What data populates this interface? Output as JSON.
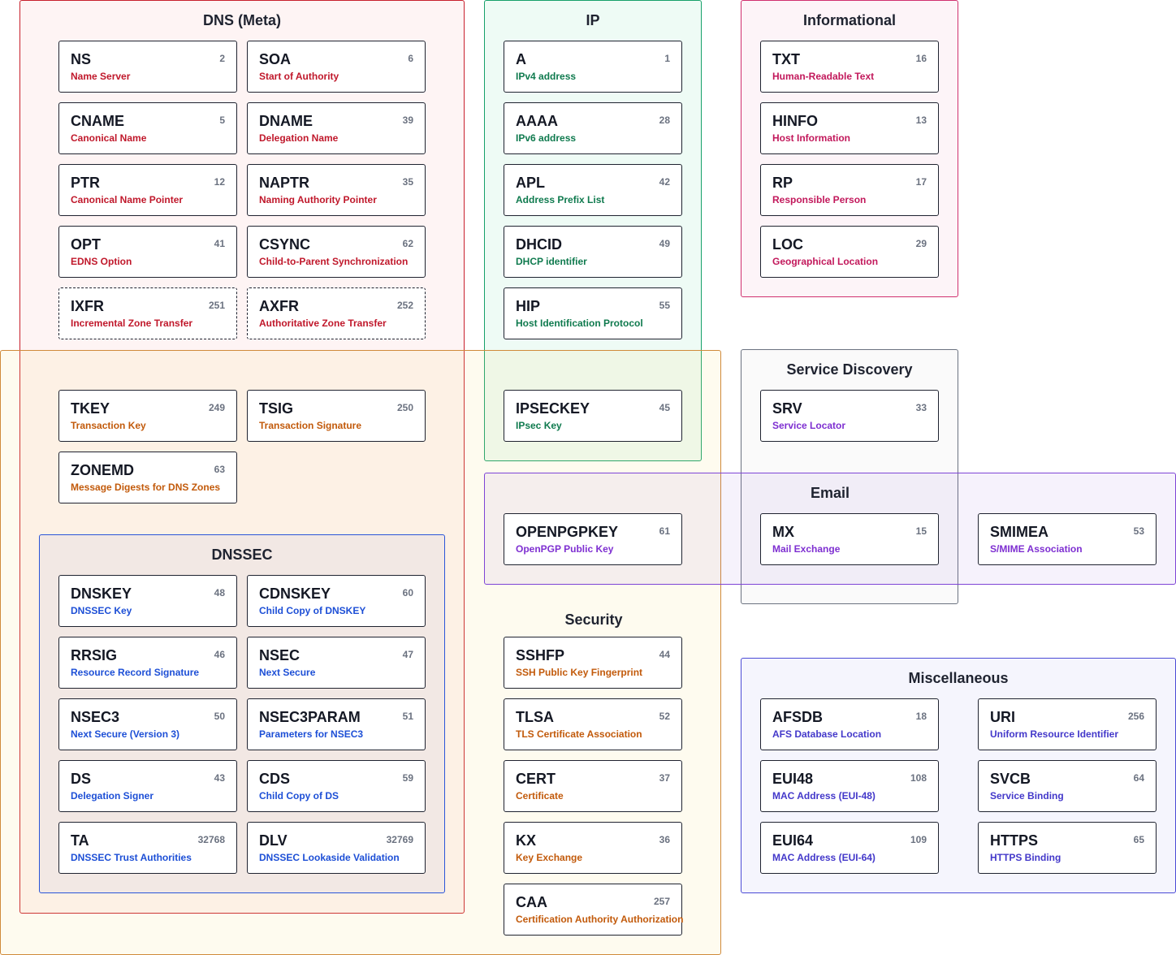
{
  "colors": {
    "dns_meta": "#c8202c",
    "ip": "#16a06a",
    "informational": "#d0306f",
    "security": "#d08a3a",
    "service_discovery": "#6b7280",
    "email": "#7e44d6",
    "dnssec": "#2a55d8",
    "miscellaneous": "#4b4bd6"
  },
  "groups": {
    "dns_meta": "DNS (Meta)",
    "ip": "IP",
    "informational": "Informational",
    "security": "Security",
    "service_discovery": "Service Discovery",
    "email": "Email",
    "dnssec": "DNSSEC",
    "miscellaneous": "Miscellaneous"
  },
  "records": {
    "ns": {
      "name": "NS",
      "code": "2",
      "desc": "Name Server"
    },
    "soa": {
      "name": "SOA",
      "code": "6",
      "desc": "Start of Authority"
    },
    "cname": {
      "name": "CNAME",
      "code": "5",
      "desc": "Canonical Name"
    },
    "dname": {
      "name": "DNAME",
      "code": "39",
      "desc": "Delegation Name"
    },
    "ptr": {
      "name": "PTR",
      "code": "12",
      "desc": "Canonical Name Pointer"
    },
    "naptr": {
      "name": "NAPTR",
      "code": "35",
      "desc": "Naming Authority Pointer"
    },
    "opt": {
      "name": "OPT",
      "code": "41",
      "desc": "EDNS Option"
    },
    "csync": {
      "name": "CSYNC",
      "code": "62",
      "desc": "Child-to-Parent Synchronization"
    },
    "ixfr": {
      "name": "IXFR",
      "code": "251",
      "desc": "Incremental Zone Transfer"
    },
    "axfr": {
      "name": "AXFR",
      "code": "252",
      "desc": "Authoritative Zone Transfer"
    },
    "a": {
      "name": "A",
      "code": "1",
      "desc": "IPv4 address"
    },
    "aaaa": {
      "name": "AAAA",
      "code": "28",
      "desc": "IPv6 address"
    },
    "apl": {
      "name": "APL",
      "code": "42",
      "desc": "Address Prefix List"
    },
    "dhcid": {
      "name": "DHCID",
      "code": "49",
      "desc": "DHCP identifier"
    },
    "hip": {
      "name": "HIP",
      "code": "55",
      "desc": "Host Identification Protocol"
    },
    "ipseckey": {
      "name": "IPSECKEY",
      "code": "45",
      "desc": "IPsec Key"
    },
    "txt": {
      "name": "TXT",
      "code": "16",
      "desc": "Human-Readable Text"
    },
    "hinfo": {
      "name": "HINFO",
      "code": "13",
      "desc": "Host Information"
    },
    "rp": {
      "name": "RP",
      "code": "17",
      "desc": "Responsible Person"
    },
    "loc": {
      "name": "LOC",
      "code": "29",
      "desc": "Geographical Location"
    },
    "tkey": {
      "name": "TKEY",
      "code": "249",
      "desc": "Transaction Key"
    },
    "tsig": {
      "name": "TSIG",
      "code": "250",
      "desc": "Transaction Signature"
    },
    "zonemd": {
      "name": "ZONEMD",
      "code": "63",
      "desc": "Message Digests for DNS Zones"
    },
    "srv": {
      "name": "SRV",
      "code": "33",
      "desc": "Service Locator"
    },
    "openpgpkey": {
      "name": "OPENPGPKEY",
      "code": "61",
      "desc": "OpenPGP Public Key"
    },
    "mx": {
      "name": "MX",
      "code": "15",
      "desc": "Mail Exchange"
    },
    "smimea": {
      "name": "SMIMEA",
      "code": "53",
      "desc": "S/MIME Association"
    },
    "dnskey": {
      "name": "DNSKEY",
      "code": "48",
      "desc": "DNSSEC Key"
    },
    "cdnskey": {
      "name": "CDNSKEY",
      "code": "60",
      "desc": "Child Copy of DNSKEY"
    },
    "rrsig": {
      "name": "RRSIG",
      "code": "46",
      "desc": "Resource Record Signature"
    },
    "nsec": {
      "name": "NSEC",
      "code": "47",
      "desc": "Next Secure"
    },
    "nsec3": {
      "name": "NSEC3",
      "code": "50",
      "desc": "Next Secure (Version 3)"
    },
    "nsec3param": {
      "name": "NSEC3PARAM",
      "code": "51",
      "desc": "Parameters for NSEC3"
    },
    "ds": {
      "name": "DS",
      "code": "43",
      "desc": "Delegation Signer"
    },
    "cds": {
      "name": "CDS",
      "code": "59",
      "desc": "Child Copy of DS"
    },
    "ta": {
      "name": "TA",
      "code": "32768",
      "desc": "DNSSEC Trust Authorities"
    },
    "dlv": {
      "name": "DLV",
      "code": "32769",
      "desc": "DNSSEC Lookaside Validation"
    },
    "sshfp": {
      "name": "SSHFP",
      "code": "44",
      "desc": "SSH Public Key Fingerprint"
    },
    "tlsa": {
      "name": "TLSA",
      "code": "52",
      "desc": "TLS Certificate Association"
    },
    "cert": {
      "name": "CERT",
      "code": "37",
      "desc": "Certificate"
    },
    "kx": {
      "name": "KX",
      "code": "36",
      "desc": "Key Exchange"
    },
    "caa": {
      "name": "CAA",
      "code": "257",
      "desc": "Certification Authority Authorization"
    },
    "afsdb": {
      "name": "AFSDB",
      "code": "18",
      "desc": "AFS Database Location"
    },
    "uri": {
      "name": "URI",
      "code": "256",
      "desc": "Uniform Resource Identifier"
    },
    "eui48": {
      "name": "EUI48",
      "code": "108",
      "desc": "MAC Address (EUI-48)"
    },
    "svcb": {
      "name": "SVCB",
      "code": "64",
      "desc": "Service Binding"
    },
    "eui64": {
      "name": "EUI64",
      "code": "109",
      "desc": "MAC Address (EUI-64)"
    },
    "https": {
      "name": "HTTPS",
      "code": "65",
      "desc": "HTTPS Binding"
    }
  }
}
